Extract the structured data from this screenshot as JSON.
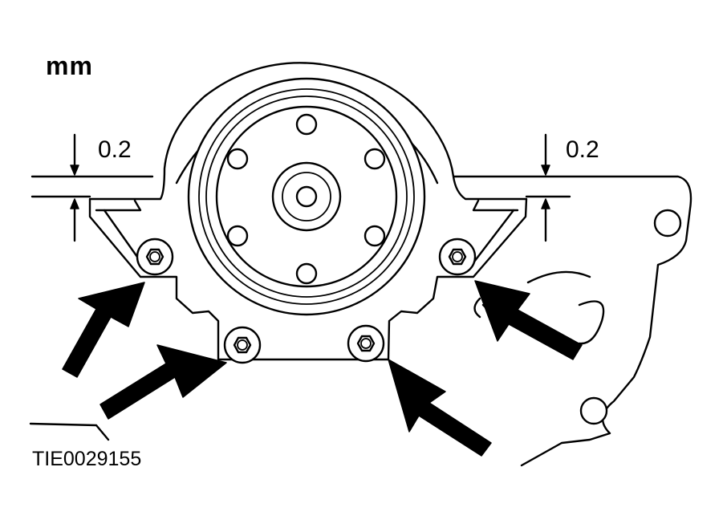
{
  "diagram": {
    "unit": "mm",
    "dimension_left": "0.2",
    "dimension_right": "0.2",
    "reference_code": "TIE0029155",
    "colors": {
      "line": "#000000",
      "background": "#ffffff"
    }
  }
}
